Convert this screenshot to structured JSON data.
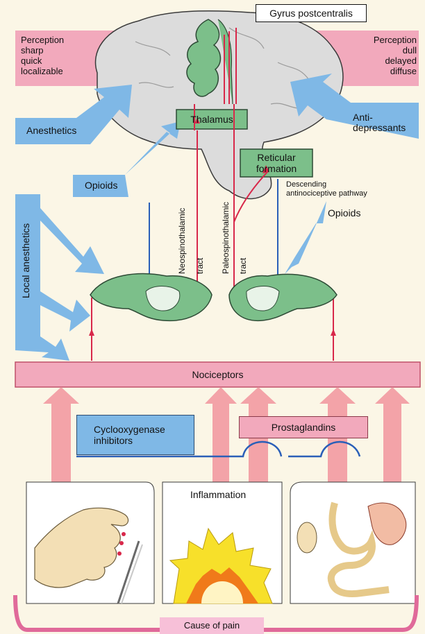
{
  "labels": {
    "gyrus": "Gyrus postcentralis",
    "perception_left": "Perception\nsharp\nquick\nlocalizable",
    "perception_right": "Perception\ndull\ndelayed\ndiffuse",
    "anesthetics": "Anesthetics",
    "antidepressants": "Anti-\ndepressants",
    "thalamus": "Thalamus",
    "reticular": "Reticular\nformation",
    "opioids_left": "Opioids",
    "opioids_right": "Opioids",
    "descending": "Descending\nantinociceptive pathway",
    "local_anesthetics": "Local anesthetics",
    "neospinothalamic": "Neospinothalamic",
    "neo_tract": "tract",
    "paleospinothalamic": "Paleospinothalamic",
    "paleo_tract": "tract",
    "nociceptors": "Nociceptors",
    "cyclooxygenase": "Cyclooxygenase\ninhibitors",
    "prostaglandins": "Prostaglandins",
    "inflammation": "Inflammation",
    "cause_of_pain": "Cause of pain"
  },
  "colors": {
    "background": "#fbf6e6",
    "brain": "#dcdcdc",
    "gyrus_green": "#7cbf8a",
    "pink_band": "#f2a9bc",
    "arrow_blue": "#7fb8e6",
    "pathway_red": "#d8284a",
    "pathway_blue": "#2a5fb8",
    "up_arrow_pink": "#f3a3a8"
  },
  "icons": [
    "brain-illustration",
    "spinal-cord-section-left",
    "spinal-cord-section-right",
    "hand-cut-illustration",
    "flame-illustration",
    "organs-illustration"
  ]
}
